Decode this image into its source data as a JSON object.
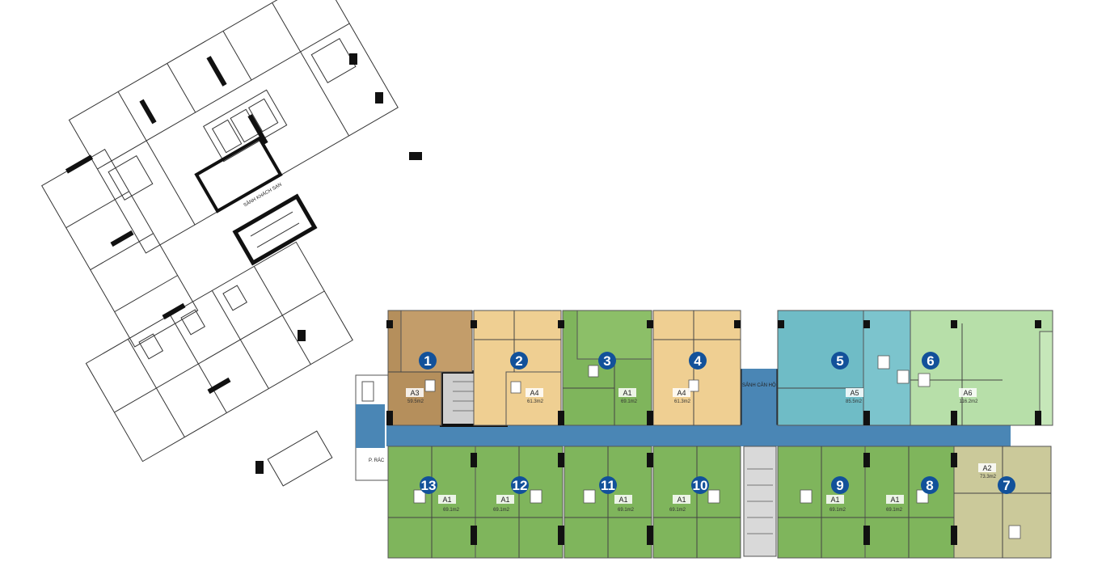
{
  "labels": {
    "hotel_lobby": "SẢNH KHÁCH SẠN",
    "apartment_lobby": "SẢNH CĂN HỘ",
    "trash_room": "P. RÁC"
  },
  "colors": {
    "A1": "#7fb55c",
    "A2": "#cbc99a",
    "A3": "#b58f5c",
    "A4": "#efcf92",
    "A5": "#6fbcc6",
    "A6": "#b7dfa9",
    "corridor": "#4a86b5",
    "core": "#4a86b5",
    "marker": "#12519a",
    "wall": "#111111"
  },
  "units": [
    {
      "number": "1",
      "type": "A3",
      "area": "59.5m2"
    },
    {
      "number": "2",
      "type": "A4",
      "area": "61.3m2"
    },
    {
      "number": "3",
      "type": "A1",
      "area": "69.1m2"
    },
    {
      "number": "4",
      "type": "A4",
      "area": "61.3m2"
    },
    {
      "number": "5",
      "type": "A5",
      "area": "85.5m2"
    },
    {
      "number": "6",
      "type": "A6",
      "area": "116.2m2"
    },
    {
      "number": "7",
      "type": "A2",
      "area": "73.3m2"
    },
    {
      "number": "8",
      "type": "A1",
      "area": "69.1m2"
    },
    {
      "number": "9",
      "type": "A1",
      "area": "69.1m2"
    },
    {
      "number": "10",
      "type": "A1",
      "area": "69.1m2"
    },
    {
      "number": "11",
      "type": "A1",
      "area": "69.1m2"
    },
    {
      "number": "12",
      "type": "A1",
      "area": "69.1m2"
    },
    {
      "number": "13",
      "type": "A1",
      "area": "69.1m2"
    }
  ]
}
